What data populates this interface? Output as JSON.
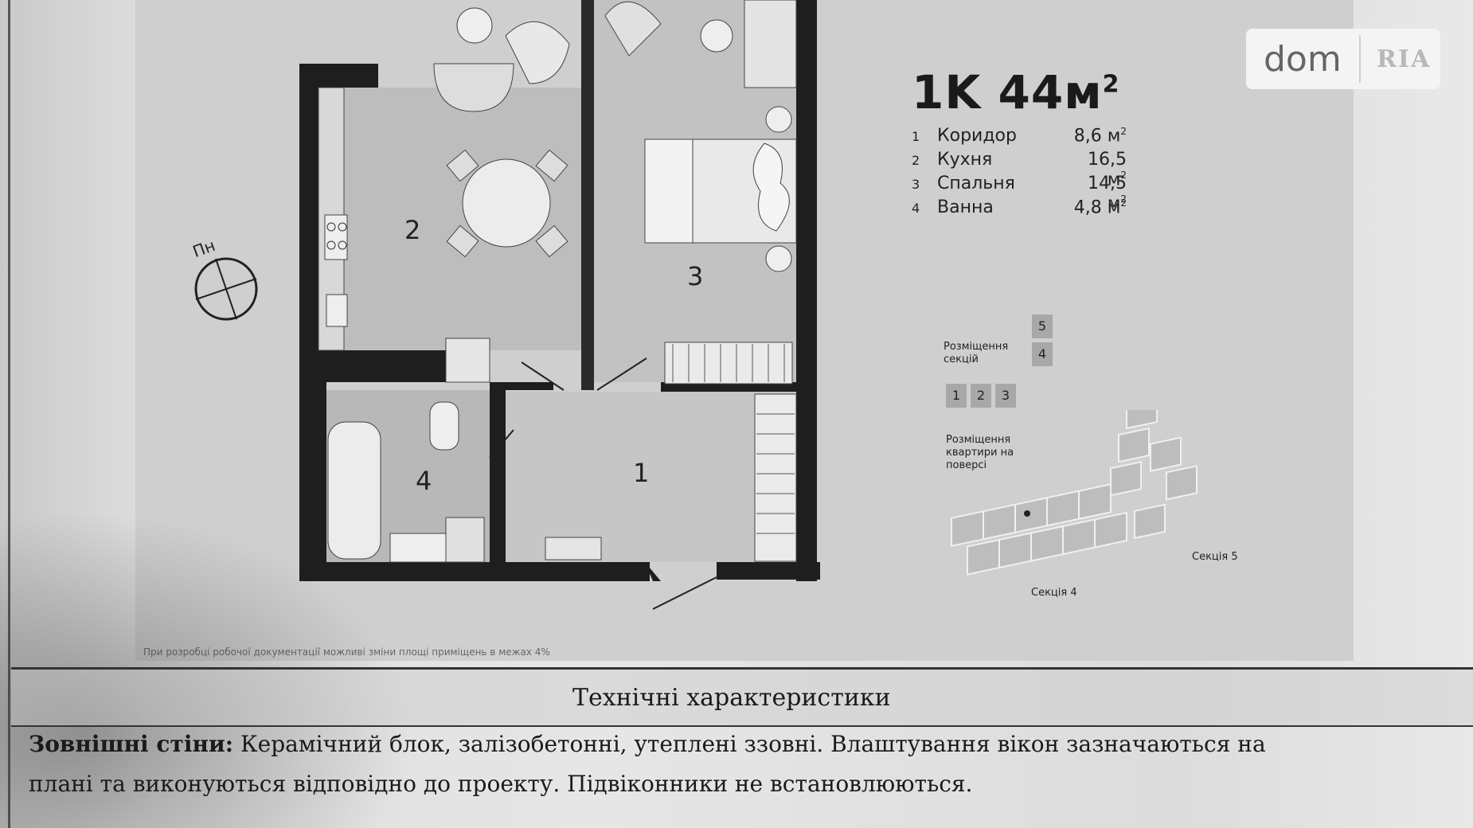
{
  "logo": {
    "brand": "dom",
    "sub": "RIA"
  },
  "plan": {
    "title": "1K 44м",
    "title_sup": "2",
    "rooms": [
      {
        "num": "1",
        "name": "Коридор",
        "area": "8,6 м",
        "sup": "2"
      },
      {
        "num": "2",
        "name": "Кухня",
        "area": "16,5 м",
        "sup": "2"
      },
      {
        "num": "3",
        "name": "Спальня",
        "area": "14,5 м",
        "sup": "2"
      },
      {
        "num": "4",
        "name": "Ванна",
        "area": "4,8 м",
        "sup": "2"
      }
    ],
    "room_labels": [
      "1",
      "2",
      "3",
      "4"
    ],
    "compass": "Пн"
  },
  "sections": {
    "label": "Розміщення секцій",
    "numbers": [
      "1",
      "2",
      "3",
      "4",
      "5"
    ],
    "floor_label": "Розміщення квартири на поверсі",
    "section4": "Секція 4",
    "section5": "Секція 5"
  },
  "note": "При розробці робочої документації можливі зміни площі приміщень в межах 4%",
  "table": {
    "heading": "Технічні характеристики"
  },
  "walls": {
    "label": "Зовнішні стіни:",
    "text": "Керамічний блок, залізобетонні, утеплені ззовні. Влаштування вікон зазначаються на",
    "text2": "плані та виконуються відповідно до проекту. Підвіконники не встановлюються."
  }
}
